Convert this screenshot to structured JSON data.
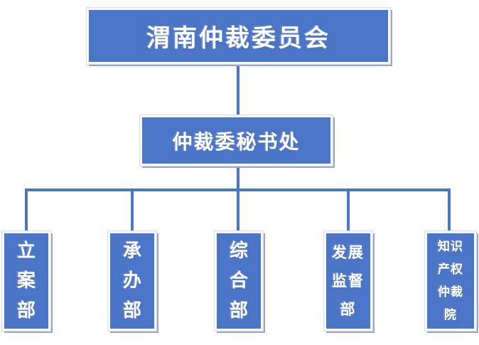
{
  "org_chart": {
    "root": {
      "label": "渭南仲裁委员会"
    },
    "secretariat": {
      "label": "仲裁委秘书处"
    },
    "departments": [
      {
        "name": "立案部",
        "lines": [
          "立",
          "案",
          "部"
        ]
      },
      {
        "name": "承办部",
        "lines": [
          "承",
          "办",
          "部"
        ]
      },
      {
        "name": "综合部",
        "lines": [
          "综",
          "合",
          "部"
        ]
      },
      {
        "name": "发展监督部",
        "lines": [
          "发展",
          "监督",
          "部"
        ]
      },
      {
        "name": "知识产权仲裁院",
        "lines": [
          "知识",
          "产权",
          "仲裁",
          "院"
        ]
      }
    ],
    "colors": {
      "box_fill": "#4b76c8",
      "box_frame": "#f7f9fc",
      "box_shadow": "#9aa6c4",
      "connector": "#4b76c8",
      "text": "#ffffff",
      "background": "#ffffff"
    }
  }
}
